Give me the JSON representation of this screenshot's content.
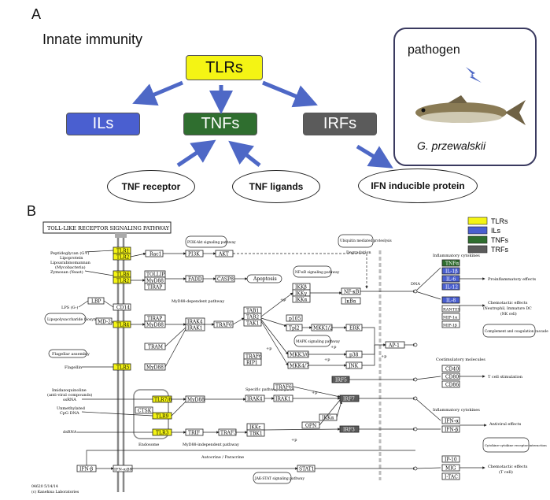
{
  "panel_a": {
    "letter": "A",
    "title": "Innate immunity",
    "center": {
      "label": "TLRs"
    },
    "targets": [
      {
        "label": "ILs"
      },
      {
        "label": "TNFs"
      },
      {
        "label": "IRFs"
      }
    ],
    "inputs": [
      {
        "label": "TNF receptor"
      },
      {
        "label": "TNF ligands"
      }
    ],
    "output": {
      "label": "IFN inducible protein"
    },
    "pathogen_box": {
      "label": "pathogen",
      "species": "G. przewalskii"
    }
  },
  "panel_b": {
    "letter": "B",
    "title": "TOLL-LIKE RECEPTOR SIGNALING PATHWAY",
    "legend": [
      {
        "label": "TLRs",
        "color": "#f2f20a"
      },
      {
        "label": "ILs",
        "color": "#4a5fd0"
      },
      {
        "label": "TNFs",
        "color": "#2f6e2f"
      },
      {
        "label": "TRFs",
        "color": "#5c5c5c"
      }
    ],
    "footer": [
      "04620 5/14/14",
      "(c) Kanehisa Laboratories"
    ],
    "nodes": {
      "tlr1": "TLR1",
      "tlr2a": "TLR2",
      "tlr6": "TLR6",
      "tlr2b": "TLR2",
      "tlr4": "TLR4",
      "tlr5": "TLR5",
      "tlr78": "TLR7/8",
      "tlr9": "TLR9",
      "tlr3": "TLR3",
      "rac1": "Rac1",
      "pi3k": "PI3K",
      "akt": "AKT",
      "pi3k_path": "PI3K-Akt signaling pathway",
      "tollip": "TOLLIP",
      "myd88a": "MyD88",
      "tirap": "TIRAP",
      "fadd": "FADD",
      "casp8": "CASP8",
      "apoptosis": "Apoptosis",
      "lbp": "LBP",
      "cd14": "CD14",
      "md2": "MD-2",
      "tirap2": "TIRAP",
      "myd88b": "MyD88",
      "tram": "TRAM",
      "myd88c": "MyD88",
      "myd88_dep": "MyD88-dependent pathway",
      "irak4": "IRAK4",
      "irak1": "IRAK1",
      "traf6": "TRAF6",
      "tab1": "TAB1",
      "tab2": "TAB2",
      "tak1": "TAK1",
      "ikkb": "IKKβ",
      "ikkg": "IKKγ",
      "ikka": "IKKα",
      "nfkb_path": "NF-κB signaling pathway",
      "nfkb": "NF-κB",
      "ikba": "IκBα",
      "ubiq": "Ubiquitin mediated proteolysis",
      "degradation": "Degradation",
      "p105": "p105",
      "tpl2": "Tpl2",
      "mkk12": "MKK1/2",
      "erk": "ERK",
      "mapk_path": "MAPK signaling pathway",
      "mkk36": "MKK3/6",
      "p38": "p38",
      "mkk47": "MKK4/7",
      "jnk": "JNK",
      "ap1": "AP-1",
      "traf6b": "TRAF6",
      "rip1": "RIP1",
      "irf5": "IRF5",
      "dna": "DNA",
      "specific": "Specific pathway in pDCs",
      "traf6c": "TRAF6",
      "irak4b": "IRAK4",
      "irak1b": "IRAK1",
      "irf7": "IRF7",
      "ikka2": "IKKα",
      "opn": "OPN",
      "irf3": "IRF3",
      "myd88d": "MyD88",
      "ctsk": "CTSK",
      "trif": "TRIF",
      "traf3": "TRAF3",
      "ikke": "IKKε",
      "tbk1": "TBK1",
      "myd88_ind": "MyD88-independent pathway",
      "endosome": "Endosome",
      "autocrine": "Autocrine / Paracrine",
      "ifnb": "IFN-β",
      "ifnar": "IFN-α/βR",
      "stat1": "STAT1",
      "jakstat": "JAK-STAT signaling pathway",
      "flagellar": "Flagellar assembly",
      "flagellin": "Flagellin",
      "lps": "LPS (G-)",
      "lipo": "Lipopolysaccharide biosynthesis",
      "pg": "Peptidoglycan (G+)",
      "lipoprotein": "Lipoprotein",
      "lipoarab": "Lipoarabinomannan",
      "myco": "(Mycobacteria)",
      "zymosan": "Zymosan (Yeast)",
      "imid": "Imidazoquinoline",
      "antiviral": "(anti-viral compounds)",
      "ssrna": "ssRNA",
      "cpg": "Unmethylated",
      "cpg2": "CpG DNA",
      "dsrna": "dsRNA",
      "cyt_title": "Inflammatory cytokines",
      "tnfa": "TNFα",
      "il1b": "IL-1β",
      "il6": "IL-6",
      "il12": "IL-12",
      "il8": "IL-8",
      "rantes": "RANTES",
      "mip1a": "MIP-1α",
      "mip1b": "MIP-1β",
      "proinfl": "Proinflammatory effects",
      "chemo1": "Chemotactic effects",
      "chemo1b": "(Neutrophil, Immature DC",
      "chemo1c": "(NK cell)",
      "complement": "Complement and coagulation cascade",
      "costim": "Costimulatory molecules",
      "cd40": "CD40",
      "cd80": "CD80",
      "cd86": "CD86",
      "tcell": "T cell stimulation",
      "cyt2": "Inflammatory cytokines",
      "ifna": "IFN-α",
      "ifnb2": "IFN-β",
      "antiviral_eff": "Antiviral effects",
      "cytrec": "Cytokine-cytokine receptor interaction",
      "ip10": "IP-10",
      "mig": "MIG",
      "itac": "I-TAC",
      "chemo2": "Chemotactic effects",
      "chemo2b": "(T cell)",
      "plusp": "+p"
    }
  }
}
